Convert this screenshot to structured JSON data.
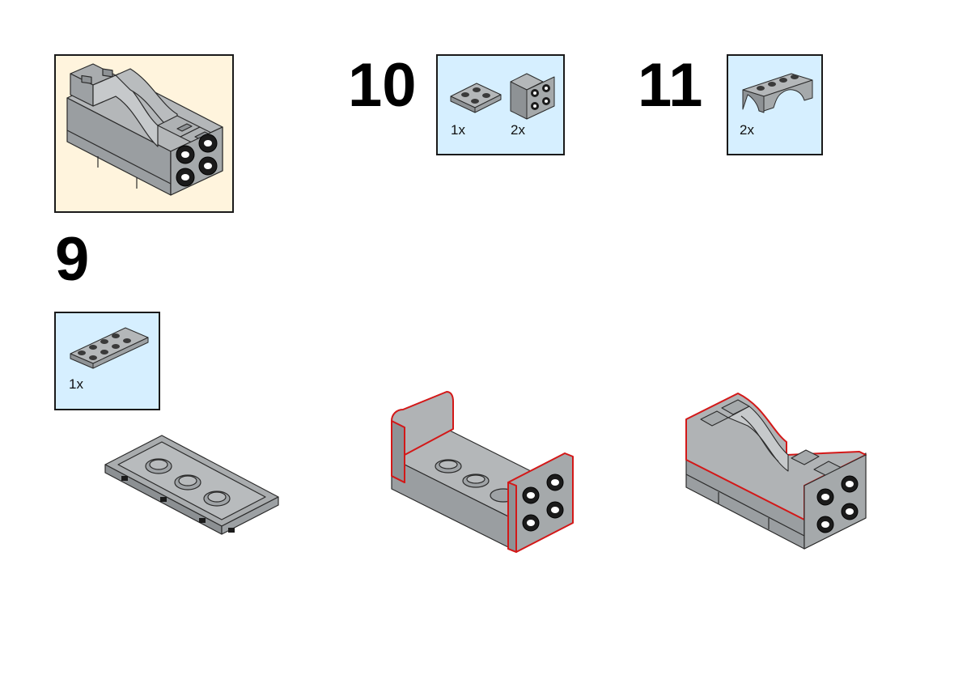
{
  "colors": {
    "submodel_bg": "#fff4dd",
    "parts_list_bg": "#d6efff",
    "brick_light": "#a9acae",
    "brick_mid": "#93979a",
    "brick_dark": "#7c8083",
    "outline": "#2b2b2b",
    "highlight": "#d31818"
  },
  "steps": [
    {
      "number": "9",
      "parts": [
        {
          "qty": "1x",
          "icon": "plate-2x4-icon"
        }
      ]
    },
    {
      "number": "10",
      "parts": [
        {
          "qty": "1x",
          "icon": "plate-2x2-icon"
        },
        {
          "qty": "2x",
          "icon": "bracket-1x2-2x2-icon"
        }
      ]
    },
    {
      "number": "11",
      "parts": [
        {
          "qty": "2x",
          "icon": "arch-1x4-icon"
        }
      ]
    }
  ],
  "submodel_preview": {
    "icon": "finished-assembly-icon"
  }
}
